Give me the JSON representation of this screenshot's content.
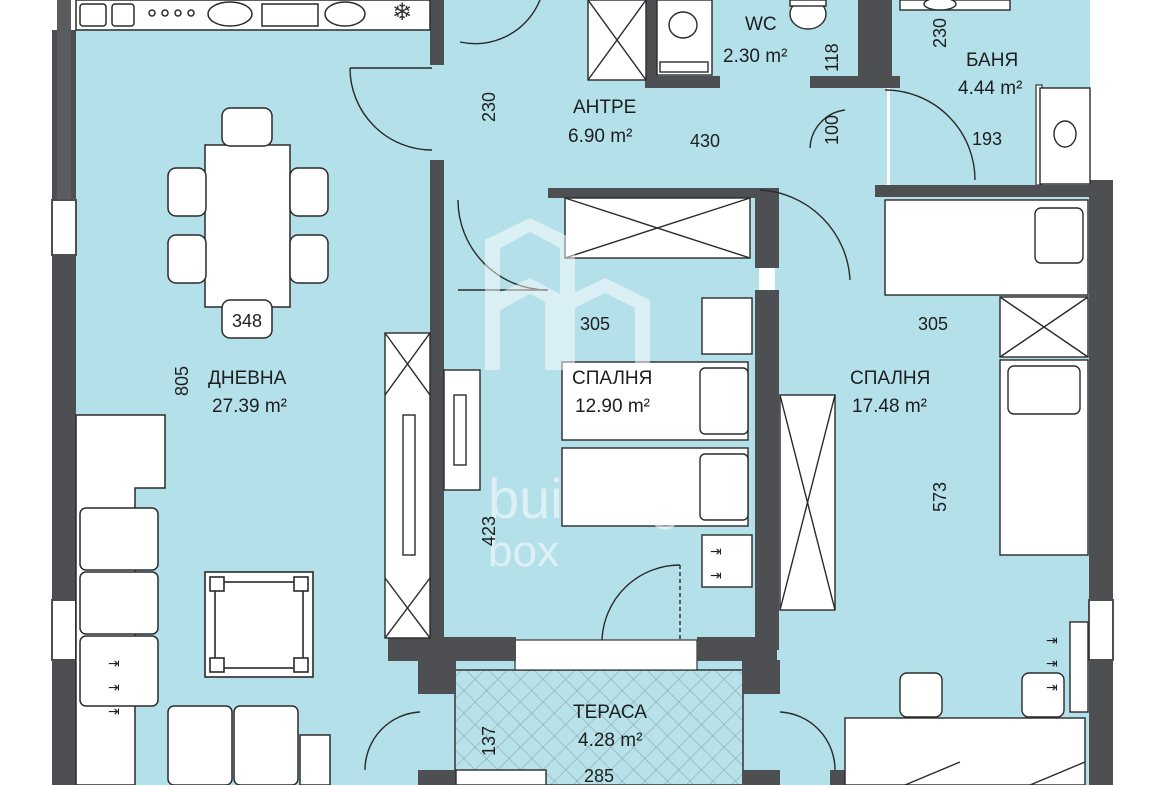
{
  "rooms": {
    "wc": {
      "label": "WC",
      "area": "2.30 m²"
    },
    "bath": {
      "label": "БАНЯ",
      "area": "4.44 m²"
    },
    "antre": {
      "label": "АНТРЕ",
      "area": "6.90 m²"
    },
    "living": {
      "label": "ДНЕВНА",
      "area": "27.39 m²"
    },
    "bedroom1": {
      "label": "СПАЛНЯ",
      "area": "12.90 m²"
    },
    "bedroom2": {
      "label": "СПАЛНЯ",
      "area": "17.48 m²"
    },
    "terrace": {
      "label": "ТЕРАСА",
      "area": "4.28 m²"
    }
  },
  "dimensions": {
    "wc_width": "118",
    "bath_depth": "230",
    "antre_height": "230",
    "antre_length": "430",
    "antre_small": "100",
    "bath_width": "193",
    "table_width": "348",
    "bedroom1_width": "305",
    "bedroom2_width": "305",
    "living_height": "805",
    "bedroom1_height": "423",
    "bedroom2_height": "573",
    "terrace_depth": "137",
    "terrace_width": "285"
  },
  "watermark": {
    "line1": "building",
    "line2": "box"
  },
  "colors": {
    "floor": "#b4e0ea",
    "wall": "#4d4f52",
    "terrace": "#b8e2ea",
    "furniture_stroke": "#2a2a2a"
  }
}
